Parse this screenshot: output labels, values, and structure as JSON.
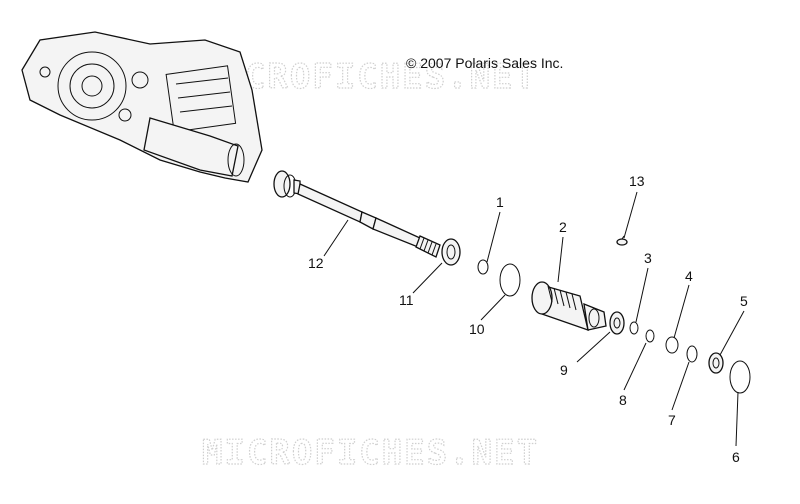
{
  "copyright": "© 2007 Polaris Sales Inc.",
  "watermark": "MICROFICHES.NET",
  "callouts": [
    "1",
    "2",
    "3",
    "4",
    "5",
    "6",
    "7",
    "8",
    "9",
    "10",
    "11",
    "12",
    "13"
  ]
}
